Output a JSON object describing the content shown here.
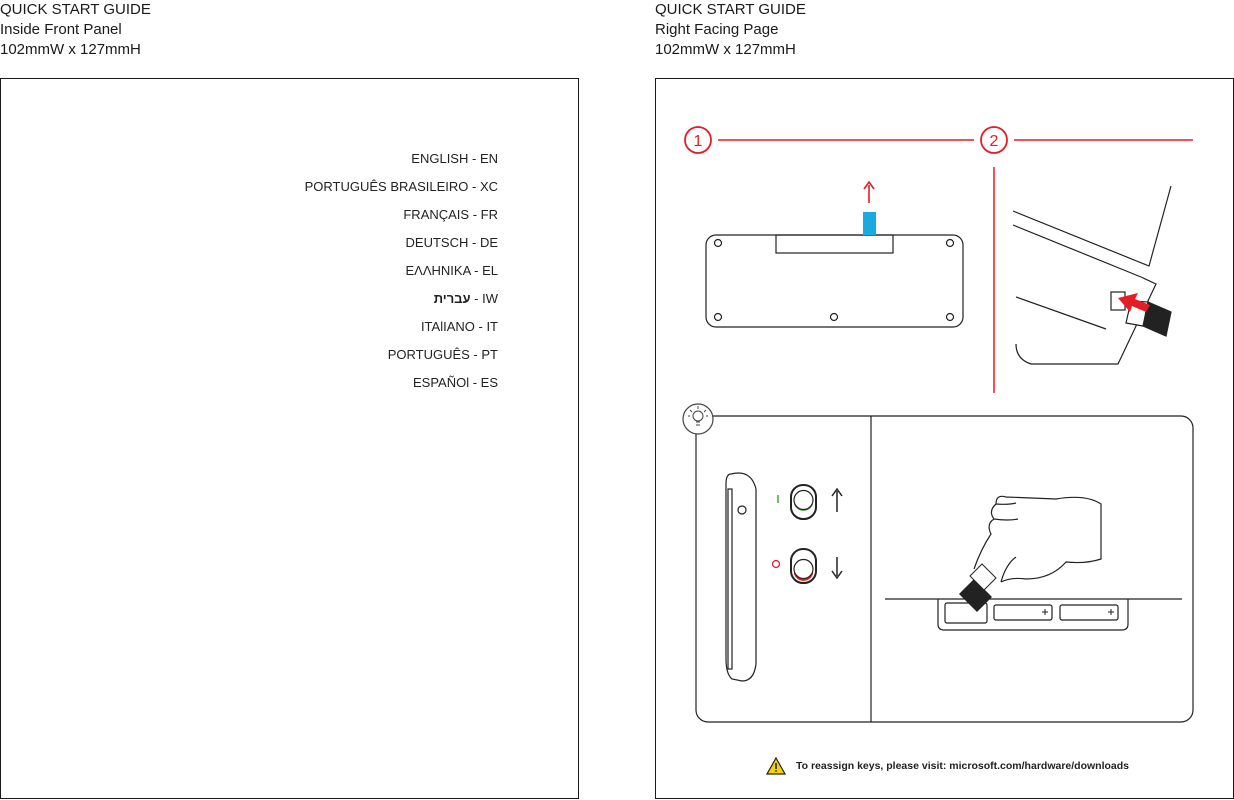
{
  "left_header": {
    "title": "QUICK START GUIDE",
    "subtitle": "Inside Front Panel",
    "dimensions": "102mmW x 127mmH"
  },
  "right_header": {
    "title": "QUICK START GUIDE",
    "subtitle": "Right Facing Page",
    "dimensions": "102mmW x 127mmH"
  },
  "languages": [
    {
      "name": "ENGLISH",
      "sep": " - ",
      "code": "EN"
    },
    {
      "name": "PORTUGUÊS BRASILEIRO",
      "sep": " - ",
      "code": "XC"
    },
    {
      "name": "FRANÇAIS",
      "sep": " - ",
      "code": "FR"
    },
    {
      "name": "DEUTSCH",
      "sep": " - ",
      "code": "DE"
    },
    {
      "name": "ΕΛΛΗΝΙΚΑ",
      "sep": " - ",
      "code": "EL"
    },
    {
      "name": "עברית",
      "sep": " - ",
      "code": "IW"
    },
    {
      "name": "ITAlIANO",
      "sep": " - ",
      "code": "IT"
    },
    {
      "name": "PORTUGUÊS",
      "sep": " - ",
      "code": "PT"
    },
    {
      "name": "ESPAÑOl",
      "sep": " - ",
      "code": "ES"
    }
  ],
  "steps": {
    "step1": "1",
    "step2": "2"
  },
  "warning": {
    "text": "To reassign keys, please visit: microsoft.com/hardware/downloads"
  },
  "colors": {
    "accent_red": "#e31e24",
    "dongle_blue": "#1ba9e1",
    "switch_green": "#3aa935",
    "warning_yellow": "#f5d400"
  },
  "icons": [
    "step-1-icon",
    "step-2-icon",
    "up-arrow-icon",
    "lightbulb-tip-icon",
    "warning-icon",
    "battery-plus-icon"
  ]
}
